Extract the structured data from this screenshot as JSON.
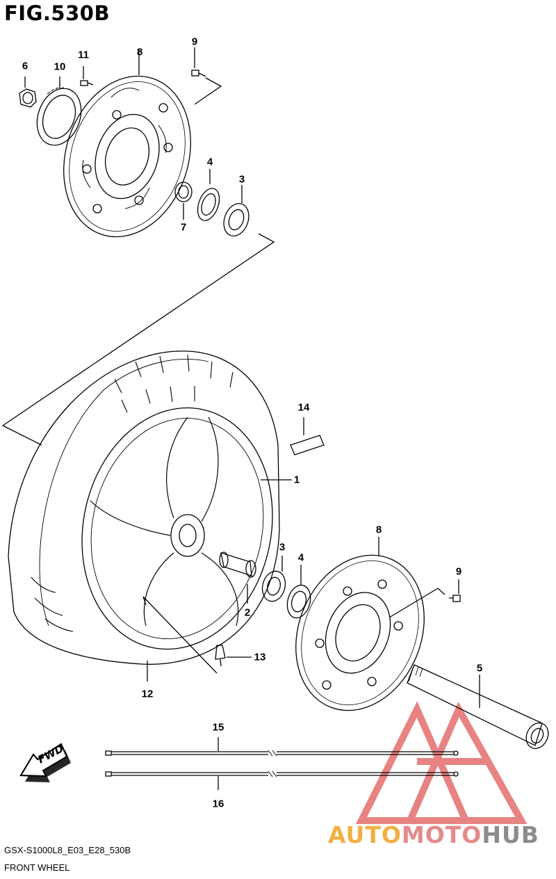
{
  "figure": {
    "title": "FIG.530B",
    "model_code": "GSX-S1000L8_E03_E28_530B",
    "caption": "FRONT WHEEL"
  },
  "direction_badge": {
    "text": "FWD"
  },
  "parts": [
    {
      "no": "1"
    },
    {
      "no": "2"
    },
    {
      "no": "3"
    },
    {
      "no": "4"
    },
    {
      "no": "5"
    },
    {
      "no": "6"
    },
    {
      "no": "7"
    },
    {
      "no": "8"
    },
    {
      "no": "9"
    },
    {
      "no": "10"
    },
    {
      "no": "11"
    },
    {
      "no": "12"
    },
    {
      "no": "13"
    },
    {
      "no": "14"
    },
    {
      "no": "15"
    },
    {
      "no": "16"
    }
  ],
  "callouts": [
    "6",
    "10",
    "11",
    "8",
    "9",
    "4",
    "3",
    "7",
    "14",
    "1",
    "3",
    "4",
    "8",
    "9",
    "2",
    "13",
    "12",
    "5",
    "15",
    "16"
  ],
  "watermark": {
    "part1": "AUTO",
    "part2": "MOTO",
    "part3": "HUB",
    "color1": "#f2b043",
    "color2": "#e58a8a",
    "color3": "#8c8c8c"
  }
}
